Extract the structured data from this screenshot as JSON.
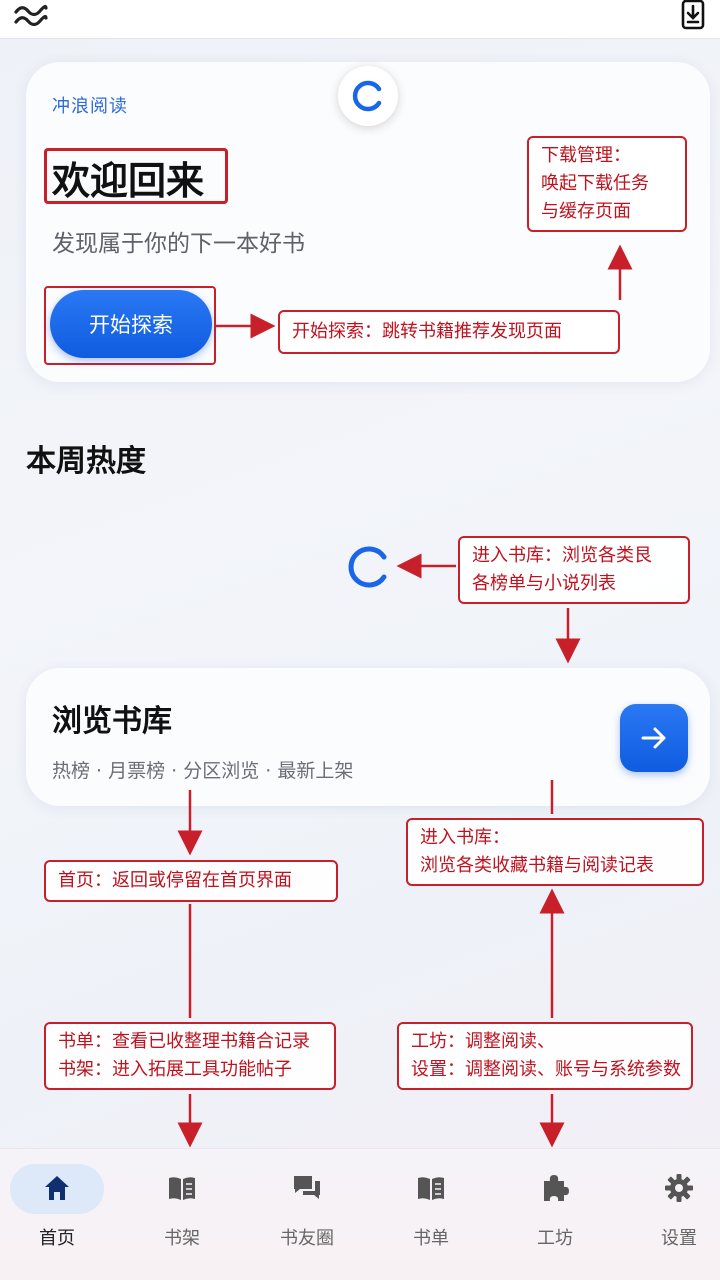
{
  "hero": {
    "brand": "冲浪阅读",
    "welcome": "欢迎回来",
    "subtitle": "发现属于你的下一本好书",
    "start_button": "开始探索"
  },
  "section": {
    "title": "本周热度"
  },
  "library": {
    "title": "浏览书库",
    "subtitle": "热榜 · 月票榜 · 分区浏览 · 最新上架"
  },
  "annotations": {
    "download": [
      "下载管理：",
      "唤起下载任务",
      "与缓存页面"
    ],
    "start": "开始探索：跳转书籍推荐发现页面",
    "enter_lib_top": [
      "进入书库：浏览各类艮",
      "各榜单与小说列表"
    ],
    "enter_lib_bottom": [
      "进入书库：",
      "浏览各类收藏书籍与阅读记表"
    ],
    "home": "首页：返回或停留在首页界面",
    "booklist": [
      "书单：查看已收整理书籍合记录",
      "书架：进入拓展工具功能帖子"
    ],
    "workshop": [
      "工坊：调整阅读、",
      "设置：调整阅读、账号与系统参数"
    ]
  },
  "nav": [
    {
      "label": "首页",
      "icon": "home-icon",
      "active": true
    },
    {
      "label": "书架",
      "icon": "book-icon"
    },
    {
      "label": "书友圈",
      "icon": "chat-icon"
    },
    {
      "label": "书单",
      "icon": "book-icon"
    },
    {
      "label": "工坊",
      "icon": "puzzle-icon"
    },
    {
      "label": "设置",
      "icon": "gear-icon"
    }
  ],
  "colors": {
    "accent": "#1a66e8",
    "annotation": "#c8202a"
  }
}
